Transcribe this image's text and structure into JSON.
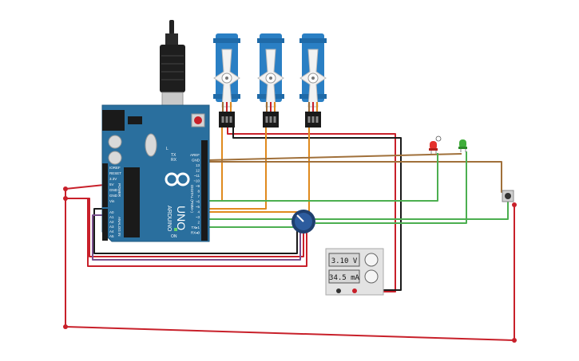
{
  "arduino": {
    "brand_vertical": "ARDUINO",
    "model": "UNO",
    "on_label": "ON",
    "tx_label": "TX",
    "rx_label": "RX",
    "l_label": "L",
    "power_header": [
      "IOREF",
      "RESET",
      "3.3V",
      "5V",
      "GND",
      "GND",
      "Vin"
    ],
    "analog_header": [
      "A0",
      "A1",
      "A2",
      "A3",
      "A4",
      "A5"
    ],
    "power_title": "POWER",
    "analog_title": "ANALOG IN",
    "digital_pins": [
      "AREF",
      "GND",
      "13",
      "12",
      "~11",
      "~10",
      "~9",
      "8",
      "7",
      "~6",
      "~5",
      "4",
      "~3",
      "2",
      "TX▸1",
      "RX◂0"
    ],
    "digital_title": "DIGITAL (PWM~)"
  },
  "multimeter": {
    "voltage": "3.10 V",
    "current": "34.5 mA"
  },
  "colors": {
    "board": "#2a6f9e",
    "red_wire": "#c8202a",
    "black_wire": "#1b1b1b",
    "green_wire": "#4caf50",
    "orange_wire": "#e08a1e",
    "brown_wire": "#a0703a",
    "purple_wire": "#7a4f8c",
    "servo_blue": "#2a7fc4"
  },
  "icons": {
    "led_red": "red-led-icon",
    "led_green": "green-led-icon",
    "usb": "usb-plug-icon"
  }
}
